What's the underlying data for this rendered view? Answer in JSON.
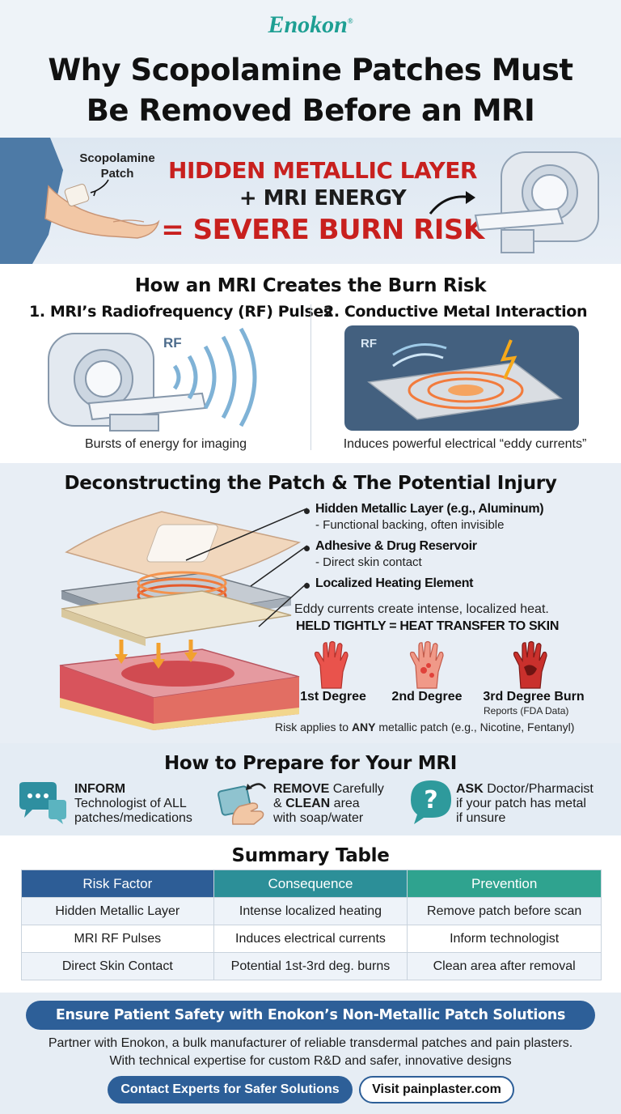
{
  "header": {
    "brand": "Enokon",
    "brand_mark": "®",
    "title_line1": "Why Scopolamine Patches Must",
    "title_line2": "Be Removed Before an MRI"
  },
  "hero": {
    "patch_label": "Scopolamine Patch",
    "line1": "HIDDEN METALLIC LAYER",
    "line2": "+ MRI ENERGY",
    "line3": "= SEVERE BURN RISK"
  },
  "burn_risk": {
    "heading": "How an MRI Creates the Burn Risk",
    "col1_title": "1. MRI’s Radiofrequency (RF) Pulses",
    "col1_rf": "RF",
    "col1_caption": "Bursts of energy for imaging",
    "col2_title": "2. Conductive Metal Interaction",
    "col2_rf": "RF",
    "col2_caption": "Induces powerful electrical “eddy currents”"
  },
  "patch": {
    "heading": "Deconstructing the Patch & The Potential Injury",
    "layer1_title": "Hidden Metallic Layer (e.g., Aluminum)",
    "layer1_desc": "- Functional backing, often invisible",
    "layer2_title": "Adhesive & Drug Reservoir",
    "layer2_desc": "- Direct skin contact",
    "layer3_title": "Localized Heating Element",
    "eddy_text": "Eddy currents create intense, localized heat.",
    "held_text": "HELD TIGHTLY = HEAT TRANSFER TO SKIN",
    "degree1": "1st Degree",
    "degree2": "2nd Degree",
    "degree3": "3rd Degree Burn",
    "reports": "Reports (FDA Data)",
    "risk_prefix": "Risk applies to ",
    "risk_any": "ANY",
    "risk_suffix": " metallic patch (e.g., Nicotine, Fentanyl)"
  },
  "prepare": {
    "heading": "How to Prepare for Your MRI",
    "step1_bold": "INFORM",
    "step1_l2": "Technologist of ALL",
    "step1_l3": "patches/medications",
    "step2_bold1": "REMOVE",
    "step2_l1": " Carefully",
    "step2_l2a": "& ",
    "step2_bold2": "CLEAN",
    "step2_l2b": " area",
    "step2_l3": "with soap/water",
    "step3_bold": "ASK",
    "step3_l1": " Doctor/Pharmacist",
    "step3_l2": "if your patch has metal",
    "step3_l3": "if unsure"
  },
  "summary": {
    "heading": "Summary Table",
    "headers": [
      "Risk Factor",
      "Consequence",
      "Prevention"
    ],
    "rows": [
      [
        "Hidden Metallic Layer",
        "Intense localized heating",
        "Remove patch before scan"
      ],
      [
        "MRI RF Pulses",
        "Induces electrical currents",
        "Inform technologist"
      ],
      [
        "Direct Skin Contact",
        "Potential 1st-3rd deg. burns",
        "Clean area after removal"
      ]
    ]
  },
  "footer": {
    "banner": "Ensure Patient Safety with Enokon’s Non-Metallic Patch Solutions",
    "text_line1": "Partner with Enokon, a bulk manufacturer of reliable transdermal patches and pain plasters.",
    "text_line2": "With technical expertise for custom R&D and safer, innovative designs",
    "cta_contact": "Contact Experts for Safer Solutions",
    "cta_visit": "Visit painplaster.com"
  },
  "colors": {
    "brand_teal": "#1e9f93",
    "alert_red": "#c8201e",
    "navy": "#2d5f98"
  }
}
